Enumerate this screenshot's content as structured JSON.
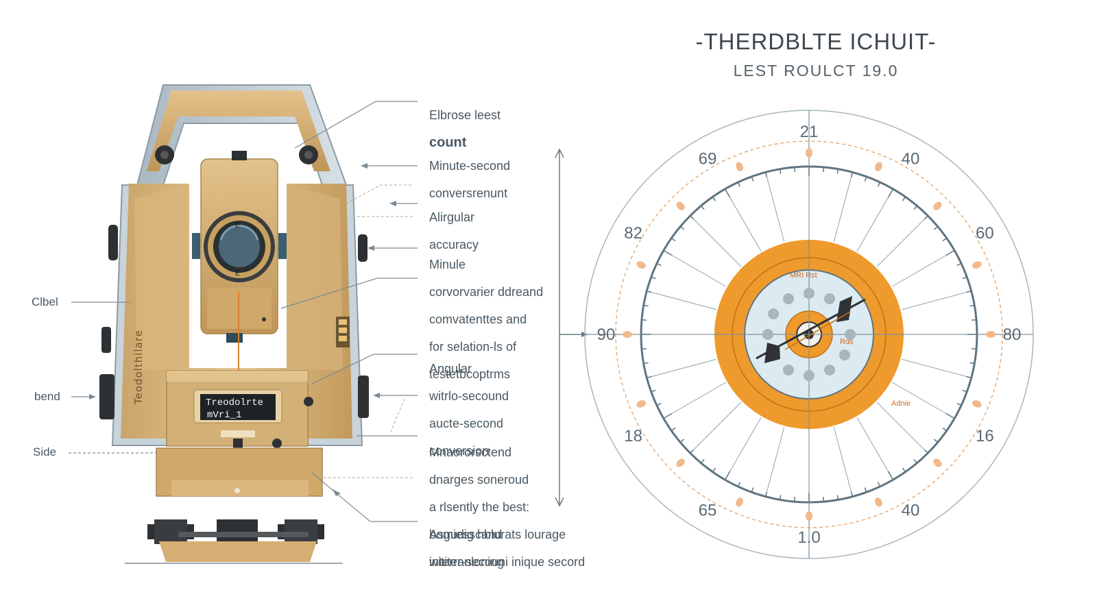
{
  "title": "-THERDBLTE ICHUIT-",
  "subtitle": "LEST ROULCT 19.0",
  "instrument": {
    "side_label": "Teodolthilare",
    "screen_line1": "Treodolrte",
    "screen_line2": "mVri_1",
    "knob_letter_top": "E",
    "knob_letter_bottom": "E"
  },
  "left_labels": [
    {
      "text": "Clbel"
    },
    {
      "text": "bend"
    },
    {
      "text": "Side"
    }
  ],
  "annotations": [
    {
      "lines": [
        "Elbrose leest",
        "count"
      ]
    },
    {
      "lines": [
        "Minute-second",
        "conversrenunt"
      ]
    },
    {
      "lines": [
        "Alirgular",
        "accuracy"
      ]
    },
    {
      "lines": [
        "Minule",
        "corvorvarier ddreand",
        "comvatenttes and",
        "for selation-ls of",
        "testetbcoptrms"
      ]
    },
    {
      "lines": [
        "Angular",
        "witrlo-secound",
        "aucte-second",
        "conversion"
      ]
    },
    {
      "lines": [
        "Mnaororsctend",
        "dnarges soneroud",
        "a rlsently the best:",
        "bomiesscand",
        "interranloning"
      ]
    },
    {
      "lines": [
        "Asgudig hblurats lourage",
        "wititer-secouni inique secord"
      ]
    }
  ],
  "dial": {
    "numbers": [
      "21",
      "40",
      "60",
      "80",
      "16",
      "40",
      "1.0",
      "65",
      "18",
      "90",
      "82",
      "69"
    ],
    "inner_text_top": "MRI Rst",
    "inner_text_mid": "Rd",
    "inner_text_right": "Rds",
    "outer_small_label": "Adnie",
    "colors": {
      "orange": "#ef9a2c",
      "ring": "#5f7480",
      "face": "#dcebf1",
      "dark": "#2f3336"
    }
  }
}
